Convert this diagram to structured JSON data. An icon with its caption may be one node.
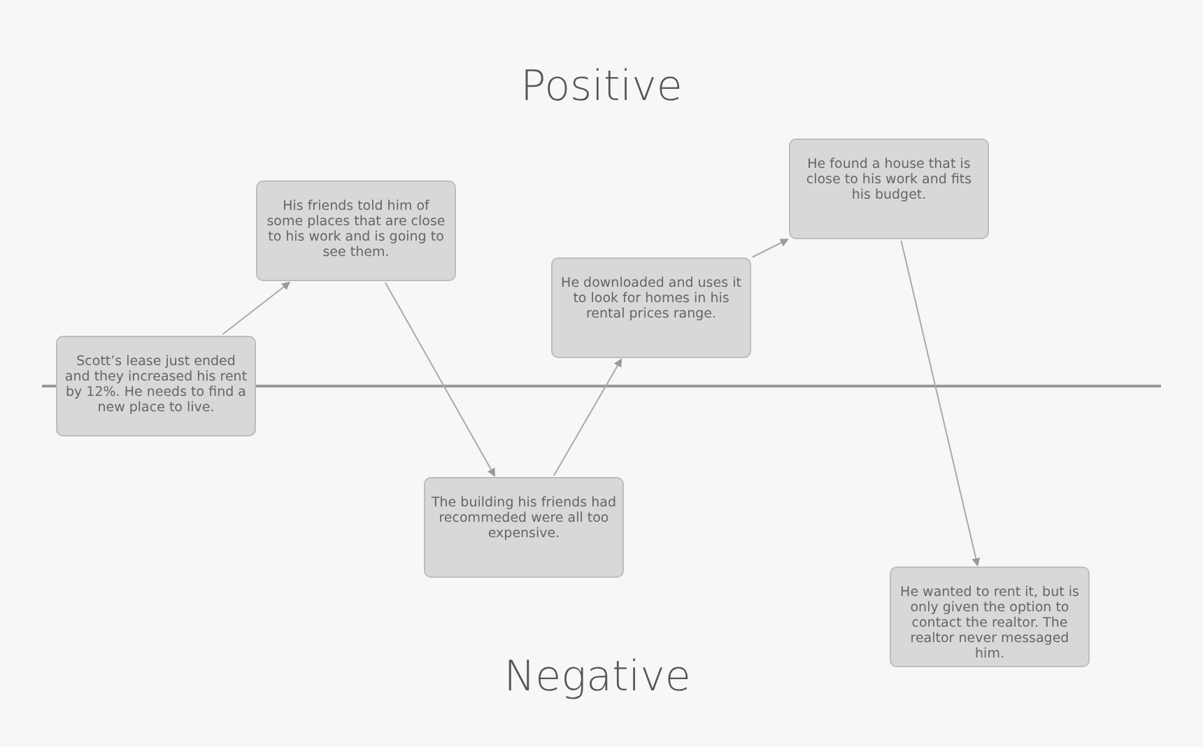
{
  "diagram": {
    "nodes": [
      {
        "text": [
          "Scott’s lease just ended and they increased his rent by 12%. He needs to find a new place to live."
        ]
      },
      {
        "text": [
          "His friends told him of some places that are close to his work and is going to see them."
        ]
      },
      {
        "text": [
          "The building his friends had recommeded were all too expensive."
        ]
      },
      {
        "text": [
          "He downloaded and uses it to look for homes in his rental prices range."
        ]
      },
      {
        "text": [
          "He found a house that is close to his work and fits his budget."
        ]
      },
      {
        "text": [
          "He wanted to rent it, but is only given the option to contact the realtor. The realtor never messaged him."
        ]
      }
    ],
    "edges": [
      {
        "from": 0,
        "to": 1,
        "arrow": "to"
      },
      {
        "from": 1,
        "to": 2,
        "arrow": "to"
      },
      {
        "from": 2,
        "to": 3,
        "arrow": "to"
      },
      {
        "from": 3,
        "to": 4,
        "arrow": "to"
      },
      {
        "from": 4,
        "to": 5,
        "arrow": "to"
      }
    ],
    "labels": [
      "Positive",
      "Negative"
    ]
  }
}
